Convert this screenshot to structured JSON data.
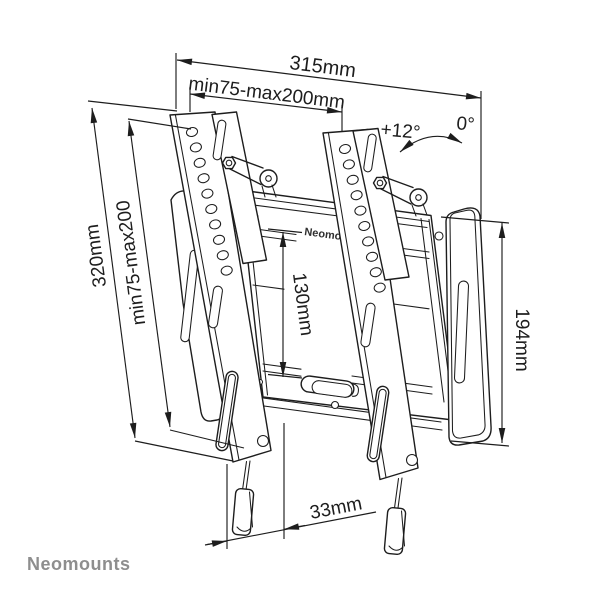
{
  "diagram": {
    "brand_watermark": "Neomounts",
    "plate_logo_text": "Neomo",
    "annotations": {
      "total_width": "315mm",
      "vesa_width": "min75-max200mm",
      "total_height": "320mm",
      "vesa_height": "min75-max200",
      "plate_slot_spacing": "130mm",
      "bracket_height": "194mm",
      "wall_distance": "33mm",
      "tilt_down": "+12°",
      "tilt_zero": "0°"
    },
    "colors": {
      "line": "#1d1d1d",
      "pad_fill": "#4f4f4f",
      "pad_hatch": "#232323",
      "watermark": "#8e8e8e"
    }
  }
}
